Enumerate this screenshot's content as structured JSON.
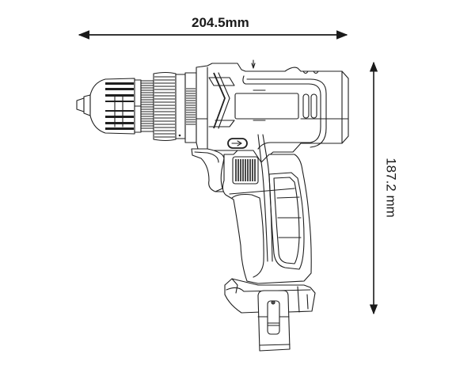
{
  "drawing": {
    "subject": "cordless drill driver side view (line drawing)",
    "line_color": "#1f1f1f",
    "background": "#ffffff"
  },
  "dimensions": {
    "width": {
      "label": "204.5mm",
      "value": 204.5,
      "unit": "mm",
      "orientation": "horizontal"
    },
    "height": {
      "label": "187.2 mm",
      "value": 187.2,
      "unit": "mm",
      "orientation": "vertical"
    }
  },
  "parts": {
    "chuck": "keyless chuck",
    "clutch_ring": "torque clutch ring",
    "motor_housing": "motor housing with vent slots",
    "direction_switch": "forward/reverse button",
    "trigger": "variable speed trigger",
    "grip": "ergonomic handle with grip pads",
    "battery_mount": "battery interface",
    "belt_clip": "belt clip"
  }
}
